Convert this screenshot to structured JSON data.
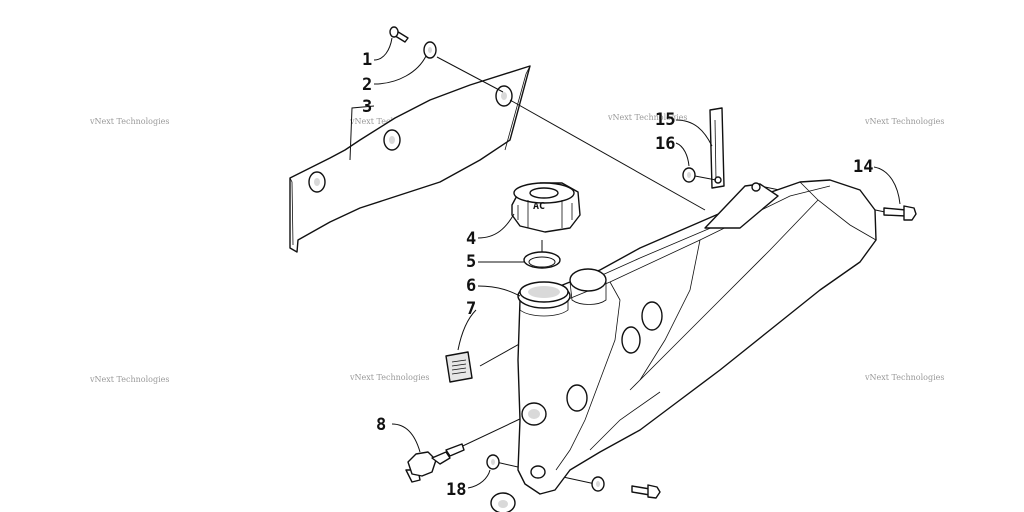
{
  "watermark_text": "vNext Technologies",
  "colors": {
    "ink": "#111111",
    "watermark": "#9a9a9a",
    "background": "#ffffff"
  },
  "callouts": [
    {
      "id": "c1",
      "label": "1"
    },
    {
      "id": "c2",
      "label": "2"
    },
    {
      "id": "c3",
      "label": "3"
    },
    {
      "id": "c4",
      "label": "4"
    },
    {
      "id": "c5",
      "label": "5"
    },
    {
      "id": "c6",
      "label": "6"
    },
    {
      "id": "c7",
      "label": "7"
    },
    {
      "id": "c8",
      "label": "8"
    },
    {
      "id": "c14",
      "label": "14"
    },
    {
      "id": "c15",
      "label": "15"
    },
    {
      "id": "c16",
      "label": "16"
    },
    {
      "id": "c18",
      "label": "18"
    }
  ],
  "cap_logo": "AC"
}
